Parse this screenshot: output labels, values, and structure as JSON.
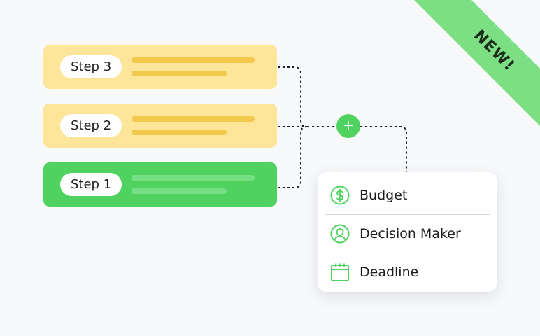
{
  "steps": [
    {
      "id": "step-3",
      "label": "Step 3",
      "state": "pending"
    },
    {
      "id": "step-2",
      "label": "Step 2",
      "state": "pending"
    },
    {
      "id": "step-1",
      "label": "Step 1",
      "state": "active"
    }
  ],
  "add_node": {
    "symbol": "+",
    "icon": "plus-icon"
  },
  "criteria": [
    {
      "label": "Budget",
      "icon": "dollar-circle-icon"
    },
    {
      "label": "Decision Maker",
      "icon": "user-circle-icon"
    },
    {
      "label": "Deadline",
      "icon": "calendar-icon"
    }
  ],
  "ribbon": {
    "text": "NEW!"
  },
  "colors": {
    "background": "#f7f9fb",
    "pending_card": "#fde59a",
    "pending_line": "#f2c94c",
    "active_card": "#4fd260",
    "active_line": "#76df84",
    "accent": "#4fd260",
    "ribbon": "#7ddf84",
    "text": "#1d1d1f"
  }
}
